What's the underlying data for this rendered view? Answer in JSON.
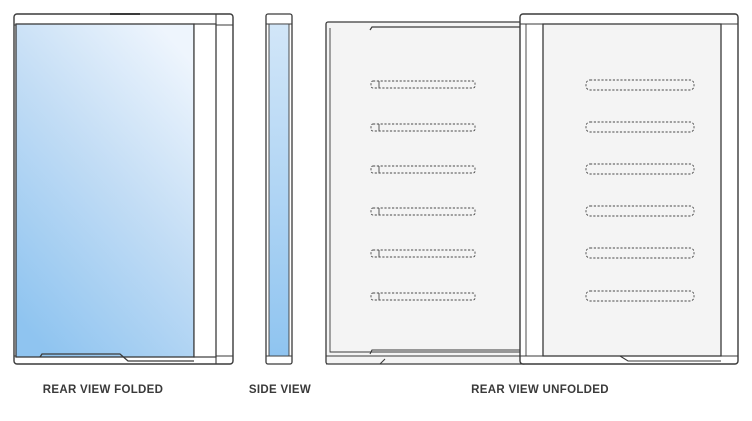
{
  "labels": {
    "rear_folded": "REAR VIEW FOLDED",
    "side": "SIDE VIEW",
    "rear_unfolded": "REAR VIEW UNFOLDED"
  },
  "colors": {
    "outline": "#3a3a3a",
    "panel_light": "#f4f4f4",
    "glass_top": "#e8f2fc",
    "glass_bottom": "#8ec4f1",
    "frame": "#ffffff"
  }
}
